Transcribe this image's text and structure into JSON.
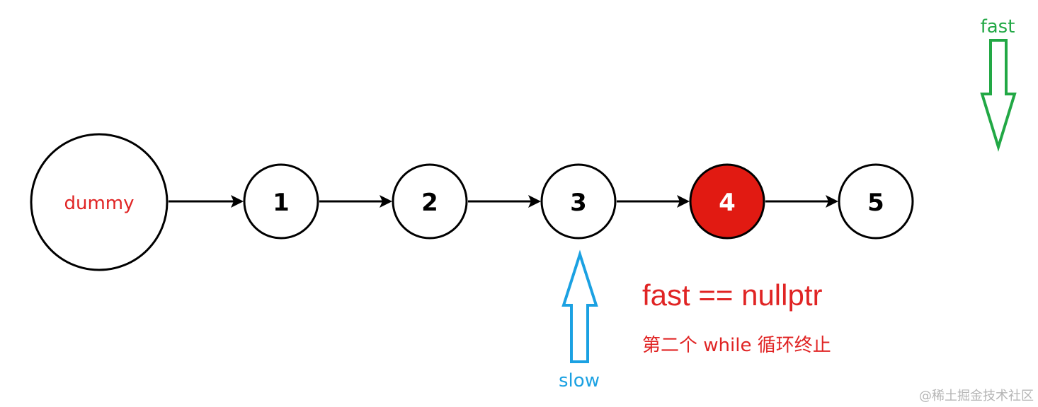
{
  "dummy": {
    "label": "dummy"
  },
  "nodes": [
    {
      "label": "1",
      "highlight": false
    },
    {
      "label": "2",
      "highlight": false
    },
    {
      "label": "3",
      "highlight": false
    },
    {
      "label": "4",
      "highlight": true
    },
    {
      "label": "5",
      "highlight": false
    }
  ],
  "pointers": {
    "fast": {
      "label": "fast",
      "target": "past end of list"
    },
    "slow": {
      "label": "slow",
      "target_node": "3"
    }
  },
  "condition": "fast == nullptr",
  "note": "第二个 while 循环终止",
  "watermark": "@稀土掘金技术社区",
  "colors": {
    "label_red": "#e02424",
    "highlight_fill": "#e11a12",
    "node_text": "#000000",
    "highlight_text": "#ffffff",
    "fast_green": "#22a845",
    "slow_blue": "#1ba1e2",
    "watermark_gray": "#b5b5b5"
  }
}
